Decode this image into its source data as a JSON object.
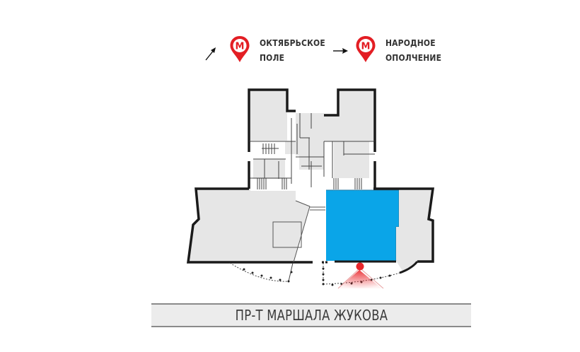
{
  "legend": {
    "direction_icon": "arrow-northeast-icon",
    "stations": [
      {
        "icon": "metro-pin-icon",
        "name_line1": "ОКТЯБРЬСКОЕ",
        "name_line2": "ПОЛЕ",
        "color": "#e31e24"
      },
      {
        "icon": "metro-pin-icon",
        "name_line1": "НАРОДНОЕ",
        "name_line2": "ОПОЛЧЕНИЕ",
        "color": "#e31e24"
      }
    ],
    "between_icon": "arrow-right-icon",
    "metro_letter": "М"
  },
  "plan": {
    "highlighted_unit_color": "#0aa5e8",
    "room_fill": "#e6e6e6",
    "wall_color": "#1a1a1a",
    "entrance_marker_color": "#e8262b"
  },
  "street": {
    "label": "ПР-Т МАРШАЛА ЖУКОВА"
  }
}
